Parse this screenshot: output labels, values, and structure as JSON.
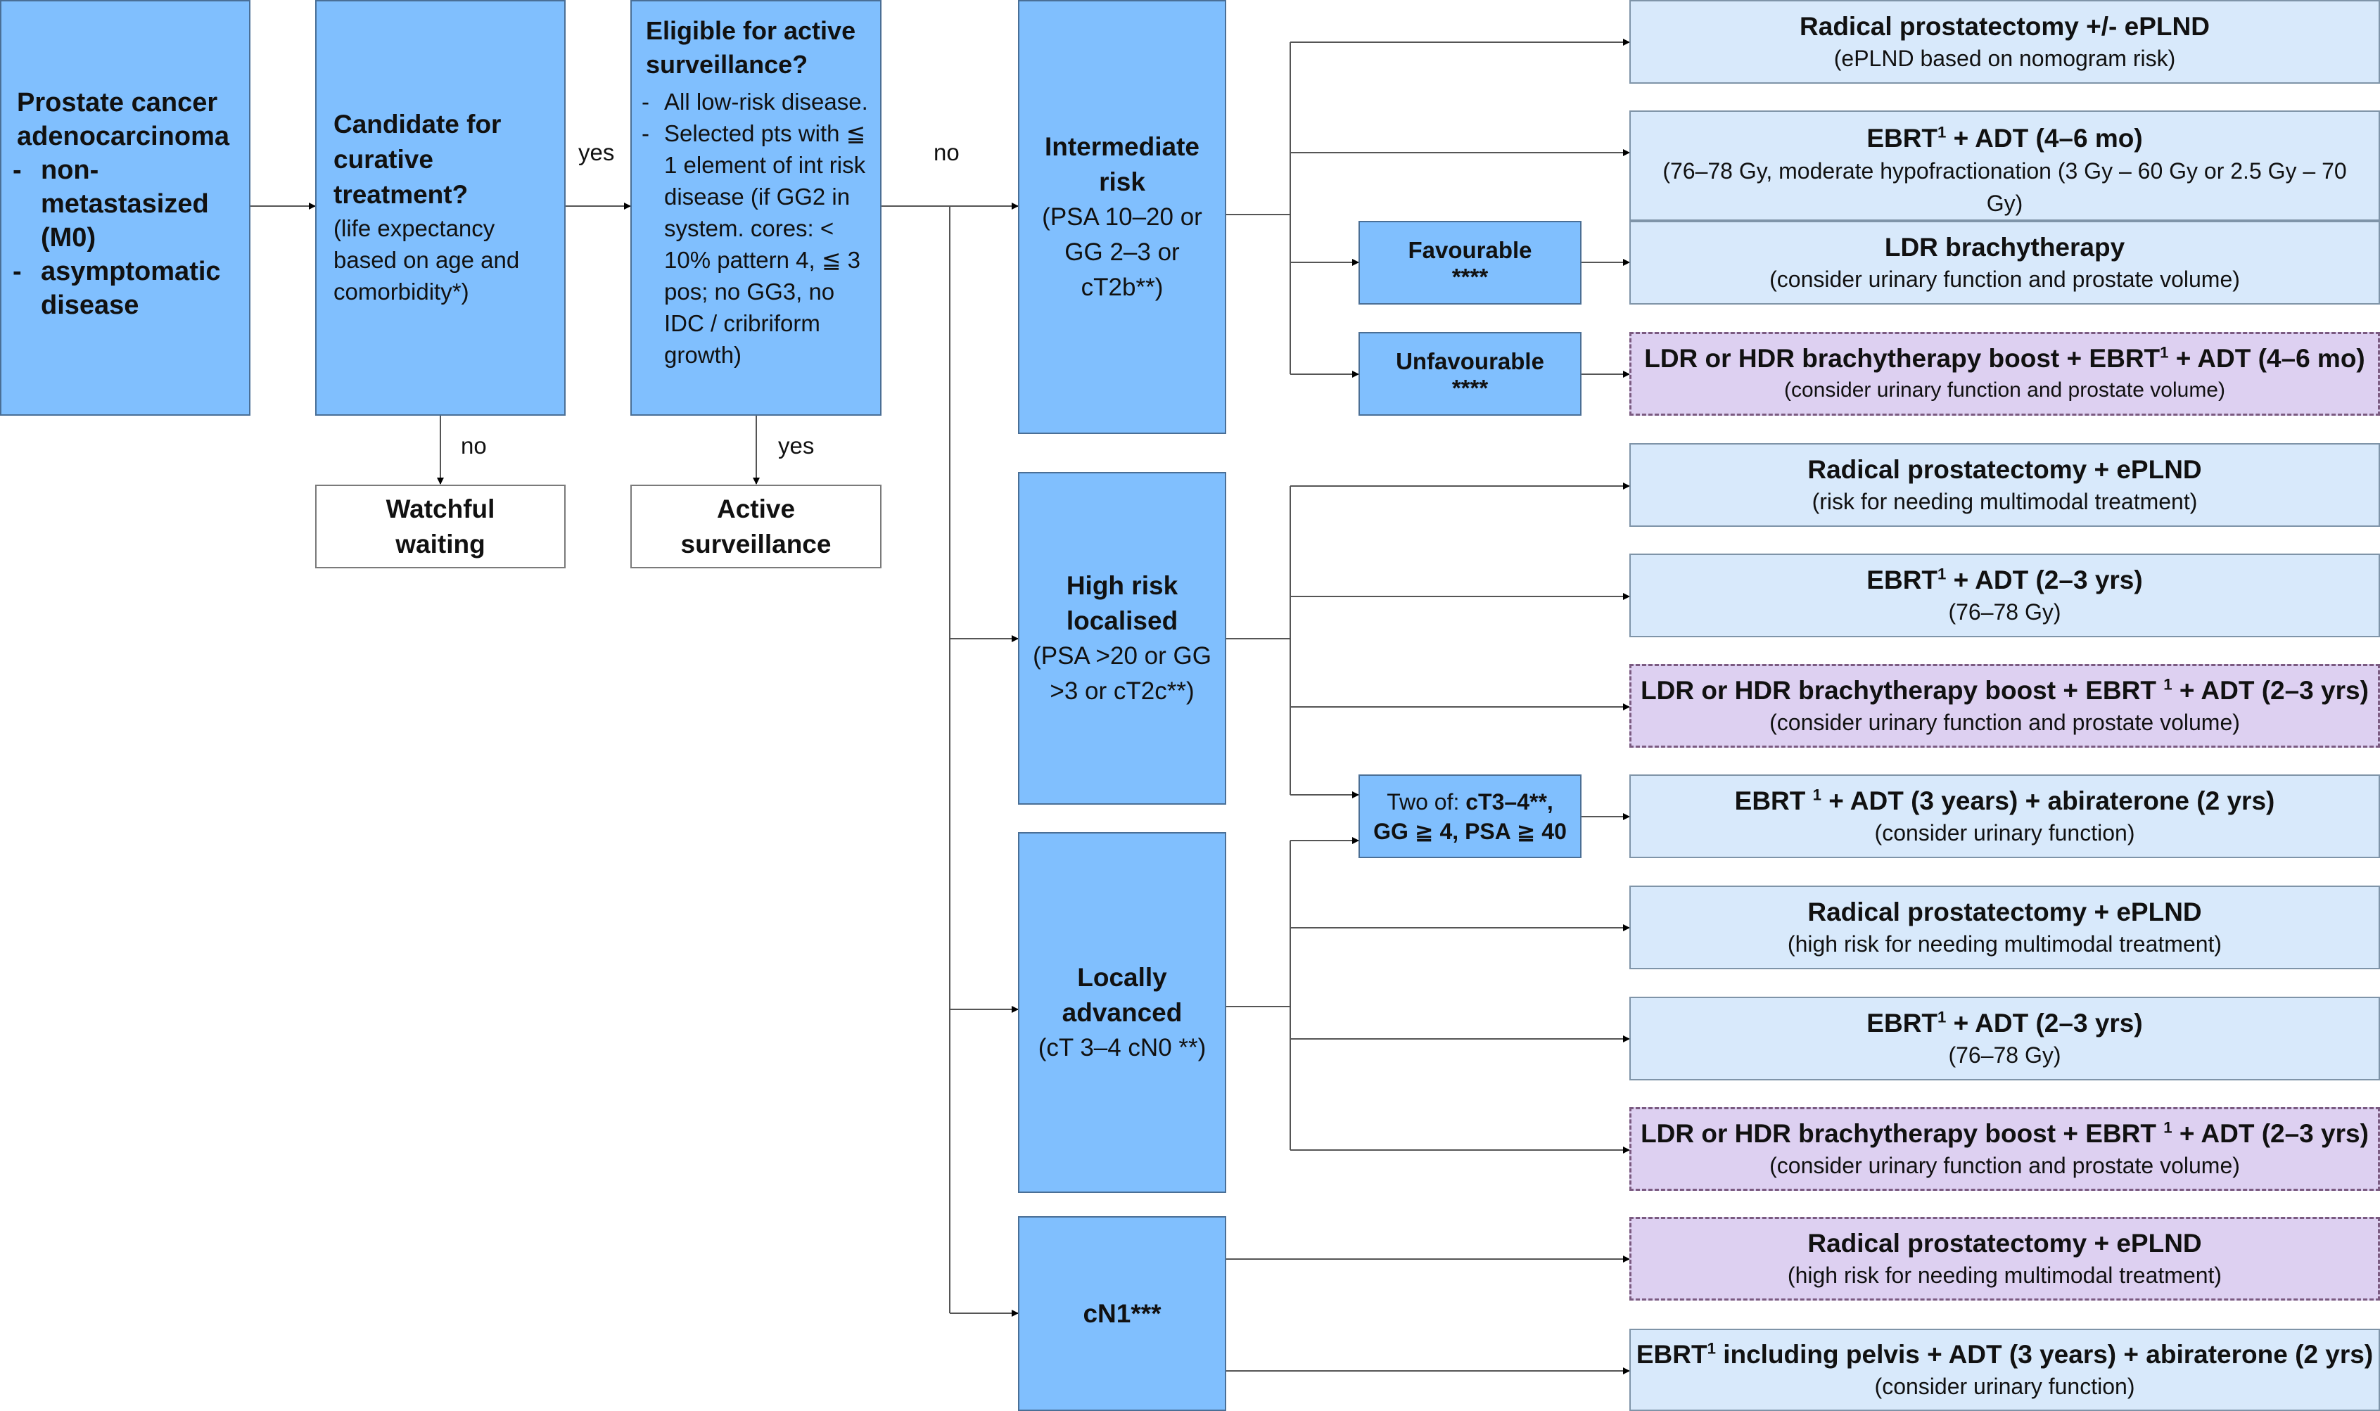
{
  "start": {
    "title": "Prostate cancer adenocarcinoma",
    "bullets": [
      "non-metastasized (M0)",
      "asymptomatic disease"
    ]
  },
  "candidate": {
    "title": "Candidate for curative treatment?",
    "detail": "(life expectancy based on age and comorbidity*)"
  },
  "eligible": {
    "title": "Eligible for active surveillance?",
    "criteria": [
      "All low-risk disease.",
      "Selected pts with ≦ 1 element of int risk disease (if GG2 in system. cores: < 10% pattern 4, ≦ 3 pos; no GG3, no IDC / cribriform growth)"
    ]
  },
  "watchful": {
    "label": "Watchful waiting"
  },
  "active": {
    "label": "Active surveillance"
  },
  "edge_labels": {
    "yes_1": "yes",
    "no_1": "no",
    "no_2": "no",
    "yes_2": "yes"
  },
  "risk_groups": {
    "intermediate": {
      "title": "Intermediate risk",
      "detail": "(PSA 10–20 or GG 2–3 or cT2b**)"
    },
    "high": {
      "title": "High risk localised",
      "detail": "(PSA >20 or GG >3 or cT2c**)"
    },
    "locally": {
      "title": "Locally advanced",
      "detail": "(cT 3–4 cN0 **)"
    },
    "cn1": {
      "title": "cN1***"
    }
  },
  "subgroups": {
    "favourable": {
      "title": "Favourable",
      "stars": "****"
    },
    "unfavourable": {
      "title": "Unfavourable",
      "stars": "****"
    },
    "twoof": {
      "prefix": "Two of: ",
      "line1_bold": "cT3–4**,",
      "line2": "GG ≧ 4, PSA ≧ 40"
    }
  },
  "treatments": [
    {
      "style": "light",
      "name": "Radical prostatectomy +/- ePLND",
      "detail": "(ePLND based on nomogram risk)"
    },
    {
      "style": "light",
      "name_pre": "EBRT",
      "sup": "1",
      "name_post": " + ADT (4–6 mo)",
      "detail": "(76–78 Gy, moderate hypofractionation (3 Gy – 60 Gy or 2.5 Gy – 70 Gy)"
    },
    {
      "style": "light",
      "name": "LDR brachytherapy",
      "detail": "(consider urinary function and prostate volume)"
    },
    {
      "style": "purple",
      "name_pre": "LDR or HDR brachytherapy boost + EBRT",
      "sup": "1",
      "name_post": " + ADT (4–6 mo)",
      "detail": "(consider urinary function and prostate volume)"
    },
    {
      "style": "light",
      "name": "Radical prostatectomy + ePLND",
      "detail": "(risk for needing multimodal treatment)"
    },
    {
      "style": "light",
      "name_pre": "EBRT",
      "sup": "1",
      "name_post": " + ADT (2–3 yrs)",
      "detail": "(76–78 Gy)"
    },
    {
      "style": "purple",
      "name_pre": "LDR or HDR brachytherapy boost + EBRT ",
      "sup": "1",
      "name_post": " + ADT (2–3 yrs)",
      "detail": "(consider urinary function and prostate volume)"
    },
    {
      "style": "light",
      "name_pre": "EBRT ",
      "sup": "1",
      "name_post": " + ADT (3 years) + abiraterone (2 yrs)",
      "detail": "(consider urinary function)"
    },
    {
      "style": "light",
      "name": "Radical prostatectomy + ePLND",
      "detail": "(high risk for needing multimodal treatment)"
    },
    {
      "style": "light",
      "name_pre": "EBRT",
      "sup": "1",
      "name_post": " + ADT (2–3 yrs)",
      "detail": "(76–78 Gy)"
    },
    {
      "style": "purple",
      "name_pre": "LDR or HDR brachytherapy boost + EBRT ",
      "sup": "1",
      "name_post": " + ADT (2–3 yrs)",
      "detail": "(consider urinary function and prostate volume)"
    },
    {
      "style": "purple",
      "name": "Radical prostatectomy + ePLND",
      "detail": "(high risk for needing multimodal treatment)"
    },
    {
      "style": "light",
      "name_pre": "EBRT",
      "sup": "1",
      "name_post": " including pelvis + ADT (3 years) + abiraterone (2 yrs)",
      "detail": "(consider urinary function)"
    }
  ]
}
